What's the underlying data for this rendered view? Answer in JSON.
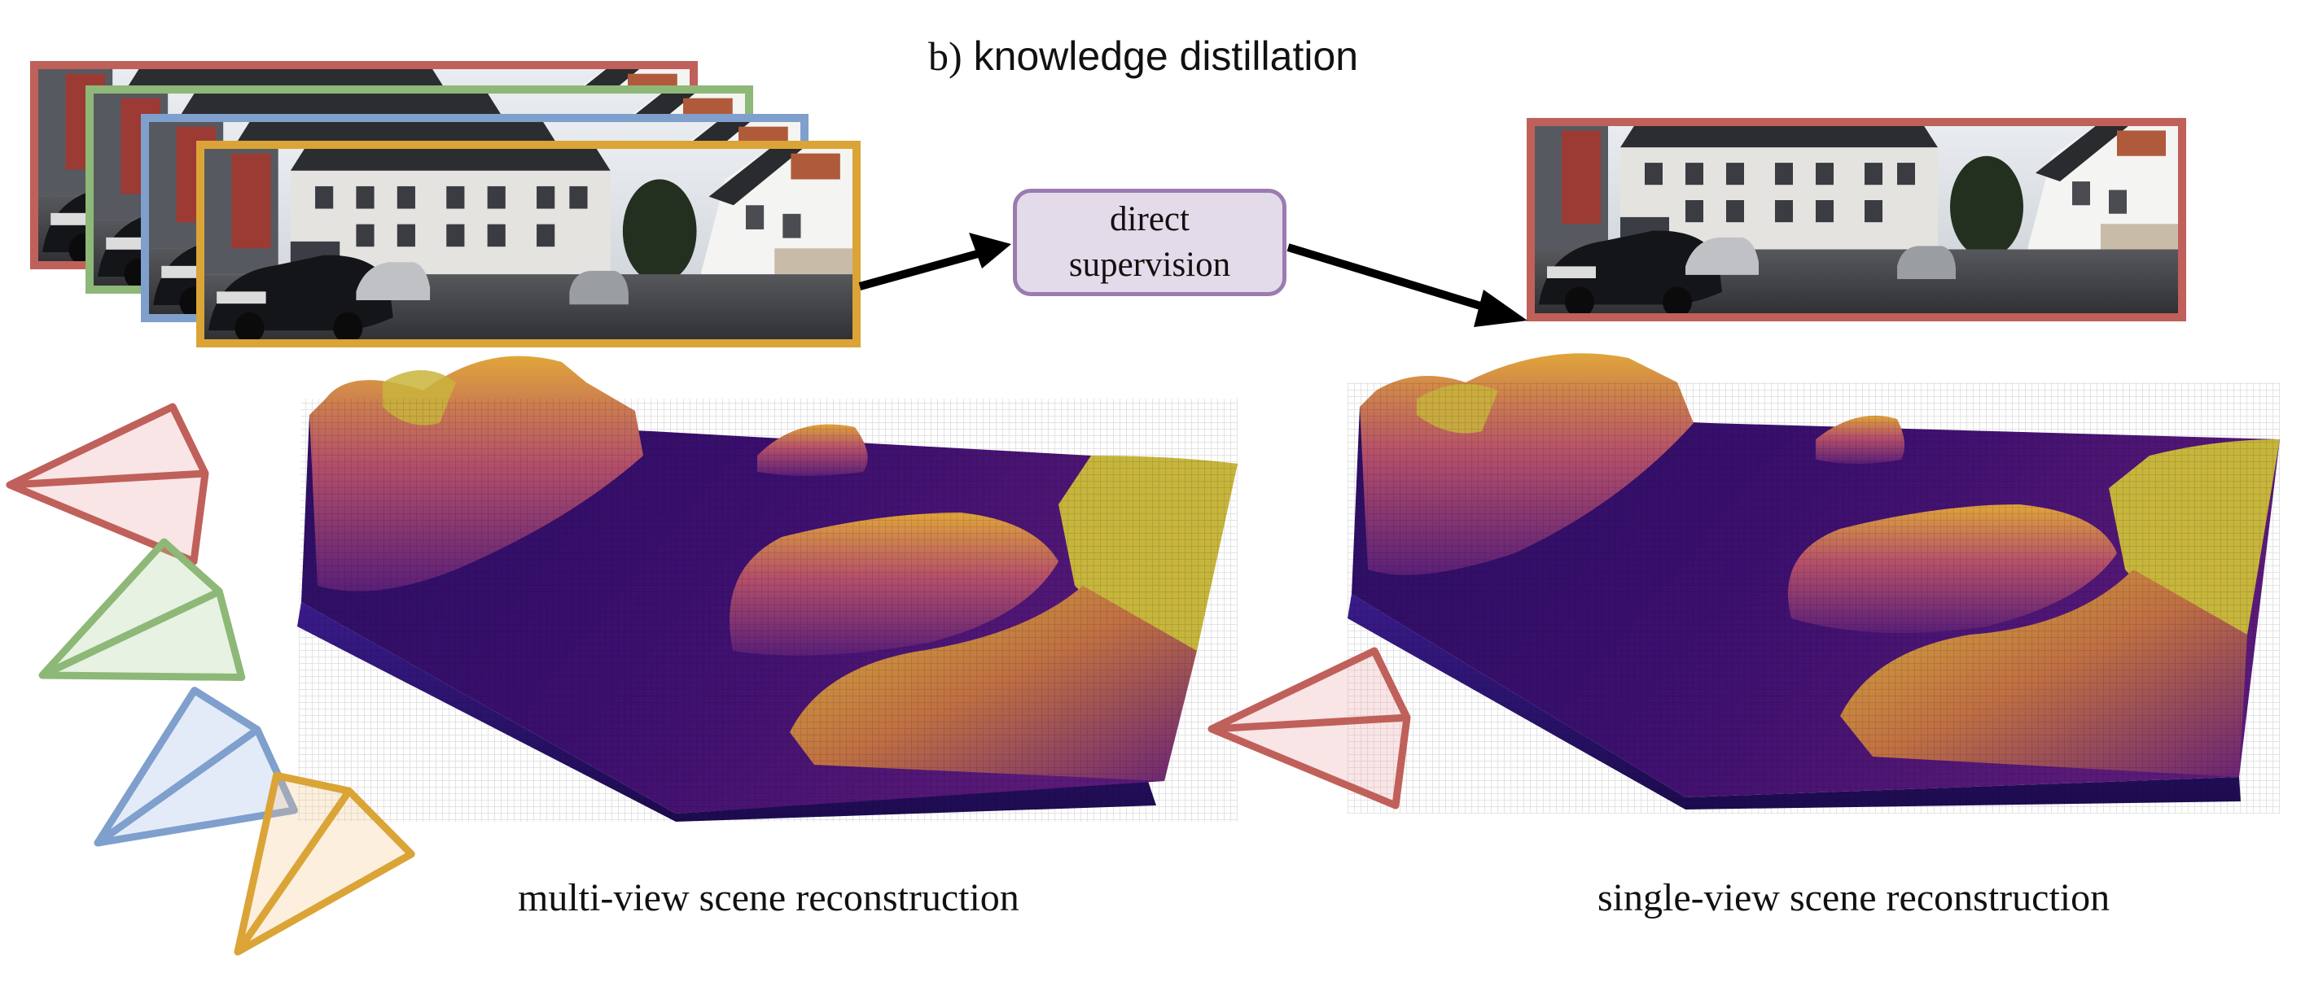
{
  "title": {
    "letter": "b)",
    "text": "knowledge distillation"
  },
  "supervision_box": {
    "line1": "direct",
    "line2": "supervision"
  },
  "captions": {
    "left": "multi-view scene reconstruction",
    "right": "single-view scene reconstruction"
  },
  "colors": {
    "frame_red": "#c0605a",
    "frame_green": "#8db878",
    "frame_blue": "#7f9fcc",
    "frame_orange": "#dba436",
    "box_border": "#9b7bb0",
    "box_fill": "#e4dbea",
    "voxel_dark": "#2a0f5e",
    "voxel_mid": "#8a2f6a",
    "voxel_bright": "#c8b43a"
  },
  "icons": [
    "camera-frustum-icon",
    "arrow-icon"
  ]
}
